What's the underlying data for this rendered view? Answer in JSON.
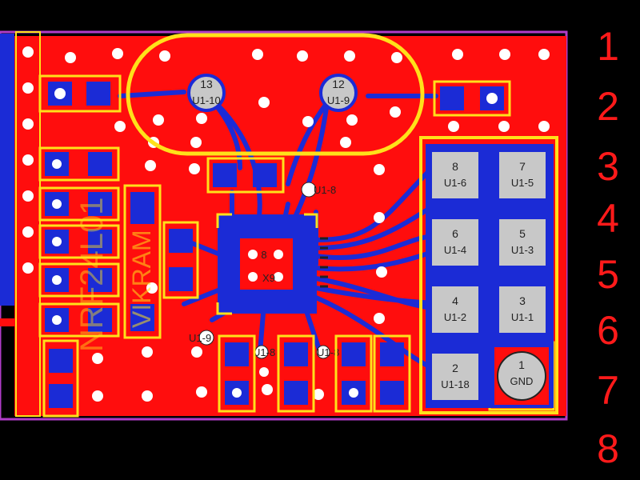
{
  "colors": {
    "background": "#000000",
    "copper_top": "#ff0d0d",
    "copper_bottom": "#1b2bd6",
    "silkscreen": "#ffe11a",
    "outline": "#b03cc8",
    "pad": "#c8c8c8",
    "ruler": "#ff1a1a"
  },
  "crystal_pins": [
    {
      "num": "13",
      "label": "U1-10"
    },
    {
      "num": "12",
      "label": "U1-9"
    }
  ],
  "header_pins": [
    {
      "num": "8",
      "label": "U1-6"
    },
    {
      "num": "7",
      "label": "U1-5"
    },
    {
      "num": "6",
      "label": "U1-4"
    },
    {
      "num": "5",
      "label": "U1-3"
    },
    {
      "num": "4",
      "label": "U1-2"
    },
    {
      "num": "3",
      "label": "U1-1"
    },
    {
      "num": "2",
      "label": "U1-18"
    },
    {
      "num": "1",
      "label": "GND"
    }
  ],
  "via_labels": {
    "v1": "U1-8",
    "v2": "U1-9",
    "v3": "U1-8",
    "v4": "U1-8"
  },
  "ic_text": {
    "a": "8",
    "b": "X9"
  },
  "silk_text": {
    "vertical_left": "NRF24L01",
    "vertical_mid": "VIKRAM"
  },
  "ruler_marks": [
    "1",
    "2",
    "3",
    "4",
    "5",
    "6",
    "7",
    "8"
  ]
}
